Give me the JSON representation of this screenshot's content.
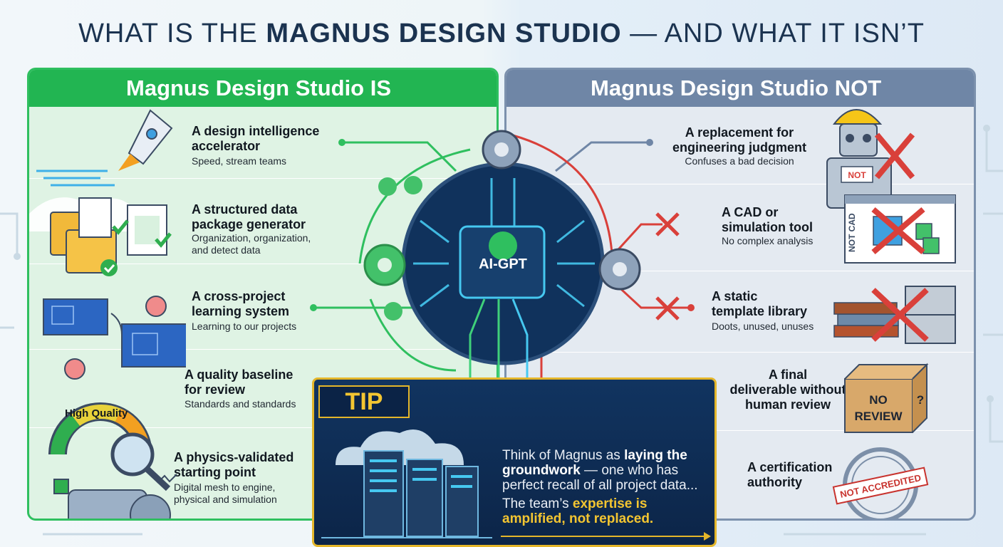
{
  "title": {
    "prefix": "WHAT IS THE ",
    "brand": "MAGNUS DESIGN STUDIO",
    "suffix": " — AND WHAT IT ISN’T"
  },
  "left_panel": {
    "heading": "Magnus Design Studio IS",
    "items": [
      {
        "title1": "A design intelligence",
        "title2": "accelerator",
        "sub1": "Speed, stream teams",
        "sub2": ""
      },
      {
        "title1": "A structured data",
        "title2": "package generator",
        "sub1": "Organization, organization,",
        "sub2": "and detect data"
      },
      {
        "title1": "A cross-project",
        "title2": "learning system",
        "sub1": "Learning to our projects",
        "sub2": ""
      },
      {
        "title1": "A quality baseline",
        "title2": "for review",
        "sub1": "Standards and standards",
        "sub2": ""
      },
      {
        "title1": "A physics-validated",
        "title2": "starting point",
        "sub1": "Digital mesh to engine,",
        "sub2": "physical and simulation"
      }
    ],
    "gauge_label": "High Quality"
  },
  "right_panel": {
    "heading": "Magnus Design Studio NOT",
    "items": [
      {
        "title1": "A replacement for",
        "title2": "engineering judgment",
        "sub1": "Confuses a bad decision"
      },
      {
        "title1": "A CAD or",
        "title2": "simulation tool",
        "sub1": "No complex analysis"
      },
      {
        "title1": "A static",
        "title2": "template library",
        "sub1": "Doots, unused, unuses"
      },
      {
        "title1": "A final",
        "title2": "deliverable without",
        "title3": "human review"
      },
      {
        "title1": "A certification",
        "title2": "authority"
      }
    ],
    "robot_tag": "NOT",
    "cad_tag": "NOT CAD",
    "box_tag1": "NO",
    "box_tag2": "REVIEW",
    "box_mark": "?",
    "stamp_tag": "NOT ACCREDITED"
  },
  "center": {
    "chip_label": "AI-GPT"
  },
  "tip": {
    "label": "TIP",
    "line1_a": "Think of Magnus as ",
    "line1_b": "laying the groundwork",
    "line1_c": " — one who has perfect recall of all project data...",
    "line2_a": "The team’s ",
    "line2_b": "expertise is amplified, not replaced."
  },
  "colors": {
    "green": "#22b552",
    "slate": "#6f86a6",
    "red": "#d9403a",
    "navy": "#0c2548",
    "gold": "#e4b62a"
  }
}
